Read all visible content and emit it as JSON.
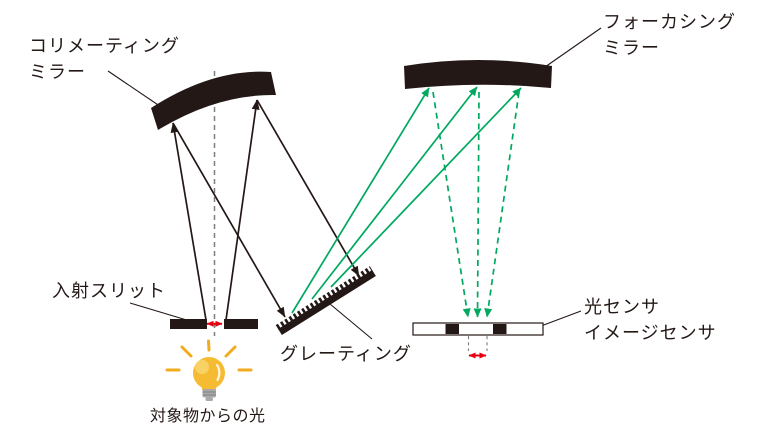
{
  "diagram": {
    "title_context": "spectrometer-optical-path",
    "labels": {
      "collimating_mirror": "コリメーティング\nミラー",
      "focusing_mirror": "フォーカシング\nミラー",
      "entrance_slit": "入射スリット",
      "grating": "グレーティング",
      "sensor": "光センサ\nイメージセンサ",
      "light_source": "対象物からの光"
    },
    "colors": {
      "ink": "#231815",
      "green_ray": "#00a95f",
      "red_arrow": "#e60012",
      "axis_gray": "#7f7f7f",
      "bulb_yellow": "#f5bc33",
      "bulb_ray_yellow": "#f0ac1e",
      "bulb_highlight": "#f8d264",
      "bulb_base_gray": "#a9a9a9"
    }
  }
}
